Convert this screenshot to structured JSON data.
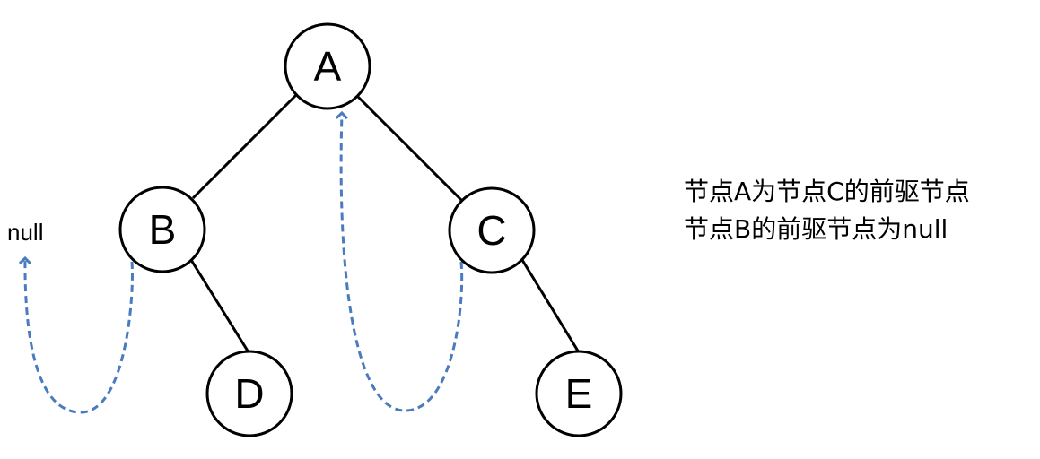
{
  "colors": {
    "node_stroke": "#000000",
    "edge": "#000000",
    "predecessor_arrow": "#4a7bbf",
    "text": "#000000"
  },
  "nodes": {
    "A": "A",
    "B": "B",
    "C": "C",
    "D": "D",
    "E": "E"
  },
  "edges": [
    [
      "A",
      "B"
    ],
    [
      "A",
      "C"
    ],
    [
      "B",
      "D"
    ],
    [
      "C",
      "E"
    ]
  ],
  "predecessor_links": [
    {
      "from": "B",
      "to": "null"
    },
    {
      "from": "C",
      "to": "A"
    }
  ],
  "null_label": "null",
  "notes": [
    "节点A为节点C的前驱节点",
    "节点B的前驱节点为null"
  ]
}
